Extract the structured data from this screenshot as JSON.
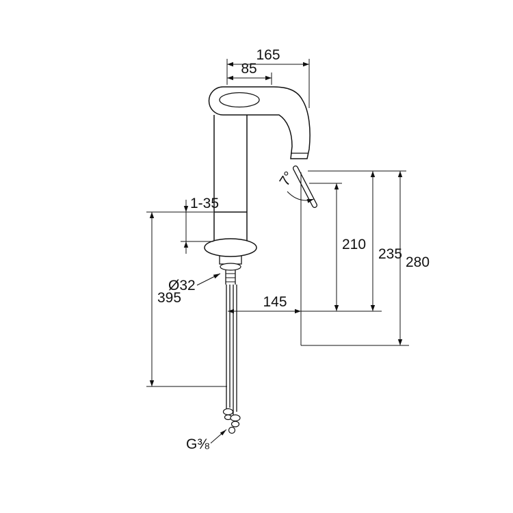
{
  "drawing": {
    "type": "technical-dimension-drawing",
    "subject": "tall single-lever basin mixer faucet",
    "labels": {
      "width_total": "165",
      "width_partial": "85",
      "swivel_angle": "7°",
      "height_outlet": "210",
      "height_mid": "235",
      "height_total": "280",
      "spout_reach": "145",
      "clamp_range": "1-35",
      "depth_below": "395",
      "hole_diameter": "Ø32",
      "thread_size": "G⅜"
    },
    "colors": {
      "line": "#111111",
      "background": "#ffffff"
    }
  }
}
